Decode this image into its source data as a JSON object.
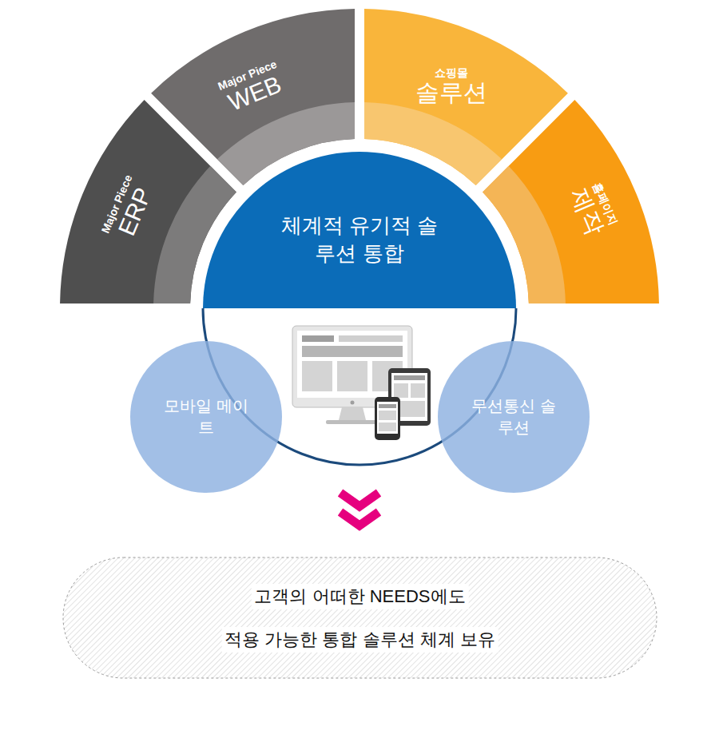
{
  "diagram": {
    "nodes": [
      {
        "text": [
          "Major Piece",
          "ERP"
        ]
      },
      {
        "text": [
          "Major Piece",
          "WEB"
        ]
      },
      {
        "text": [
          "쇼핑몰",
          "솔루션"
        ]
      },
      {
        "text": [
          "홈페이지",
          "제작"
        ]
      },
      {
        "text": [
          "체계적 유기적 솔루션 통합"
        ]
      },
      {
        "text": [
          "모바일 메이트"
        ]
      },
      {
        "text": [
          "무선통신 솔루션"
        ]
      },
      {
        "text": [
          "고객의 어떠한 NEEDS에도",
          "적용 가능한 통합 솔루션 체계 보유"
        ]
      }
    ]
  }
}
